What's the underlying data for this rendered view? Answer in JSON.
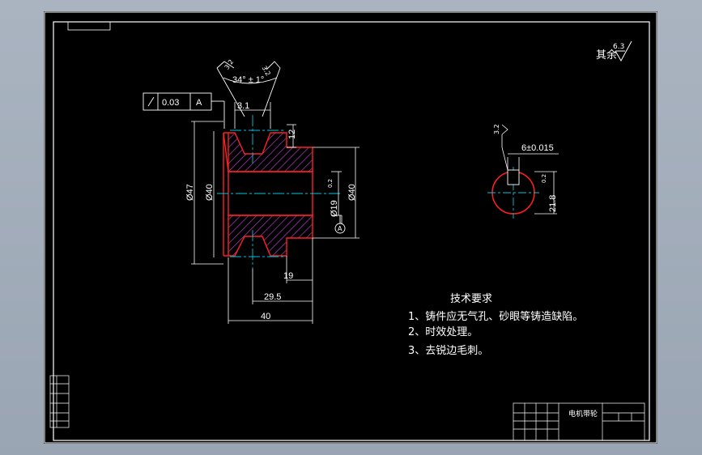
{
  "drawing": {
    "roughness_other_label": "其余",
    "roughness_other_value": "6.3",
    "groove_angle": "34° ± 1°",
    "groove_ra_left": "3.2",
    "groove_ra_right": "3.2",
    "tolerance_frame": {
      "value": "0.03",
      "datum": "A"
    },
    "dims": {
      "top_width": "3.1",
      "groove_depth": "12",
      "left_dia_outer": "Ø47",
      "left_dia_inner": "Ø40",
      "hub_dia": "Ø40",
      "bore_dia": "Ø19",
      "bore_ra": "0.2",
      "hub_len": "19",
      "mid_len": "29.5",
      "total_len": "40"
    },
    "datum_label": "A",
    "section": {
      "key_width": "6±0.015",
      "key_ra": "3.2",
      "key_depth": "21.8",
      "key_depth_ra": "0.2"
    },
    "notes": {
      "title": "技术要求",
      "items": [
        "1、铸件应无气孔、砂眼等铸造缺陷。",
        "2、时效处理。",
        "3、去锐边毛刺。"
      ]
    },
    "title_block": {
      "part_name": "电机带轮"
    }
  }
}
